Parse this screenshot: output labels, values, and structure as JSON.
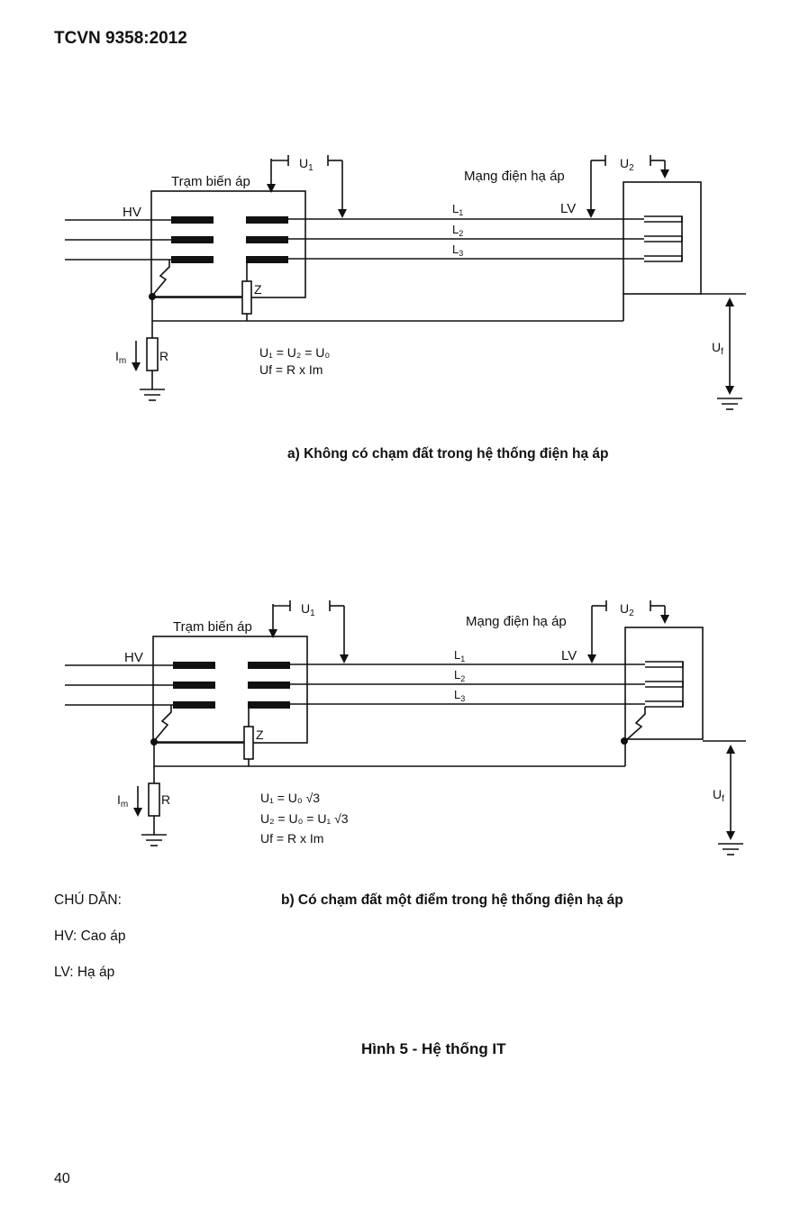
{
  "header": {
    "title": "TCVN 9358:2012"
  },
  "diagram_a": {
    "substation_label": "Trạm biến áp",
    "network_label": "Mạng điện hạ áp",
    "hv": "HV",
    "lv": "LV",
    "u1": "U",
    "u1_sub": "1",
    "u2": "U",
    "u2_sub": "2",
    "l1": "L",
    "l1_sub": "1",
    "l2": "L",
    "l2_sub": "2",
    "l3": "L",
    "l3_sub": "3",
    "z": "Z",
    "r": "R",
    "im": "I",
    "im_sub": "m",
    "uf": "U",
    "uf_sub": "f",
    "eq1": "U₁ = U₂ = U₀",
    "eq2": "Uf = R x Im",
    "caption": "a) Không có chạm đất trong hệ thống điện hạ áp"
  },
  "diagram_b": {
    "substation_label": "Trạm biến áp",
    "network_label": "Mạng điện hạ áp",
    "hv": "HV",
    "lv": "LV",
    "u1": "U",
    "u1_sub": "1",
    "u2": "U",
    "u2_sub": "2",
    "l1": "L",
    "l1_sub": "1",
    "l2": "L",
    "l2_sub": "2",
    "l3": "L",
    "l3_sub": "3",
    "z": "Z",
    "r": "R",
    "im": "I",
    "im_sub": "m",
    "uf": "U",
    "uf_sub": "f",
    "eq1": "U₁ = U₀ √3",
    "eq2": "U₂ = U₀ = U₁ √3",
    "eq3": "Uf = R x Im",
    "caption": "b) Có chạm đất một điểm trong hệ thống điện hạ áp"
  },
  "legend": {
    "title": "CHÚ DẪN:",
    "hv": "HV: Cao áp",
    "lv": "LV: Hạ áp"
  },
  "figure_title": "Hình 5 - Hệ thống IT",
  "page_number": "40"
}
